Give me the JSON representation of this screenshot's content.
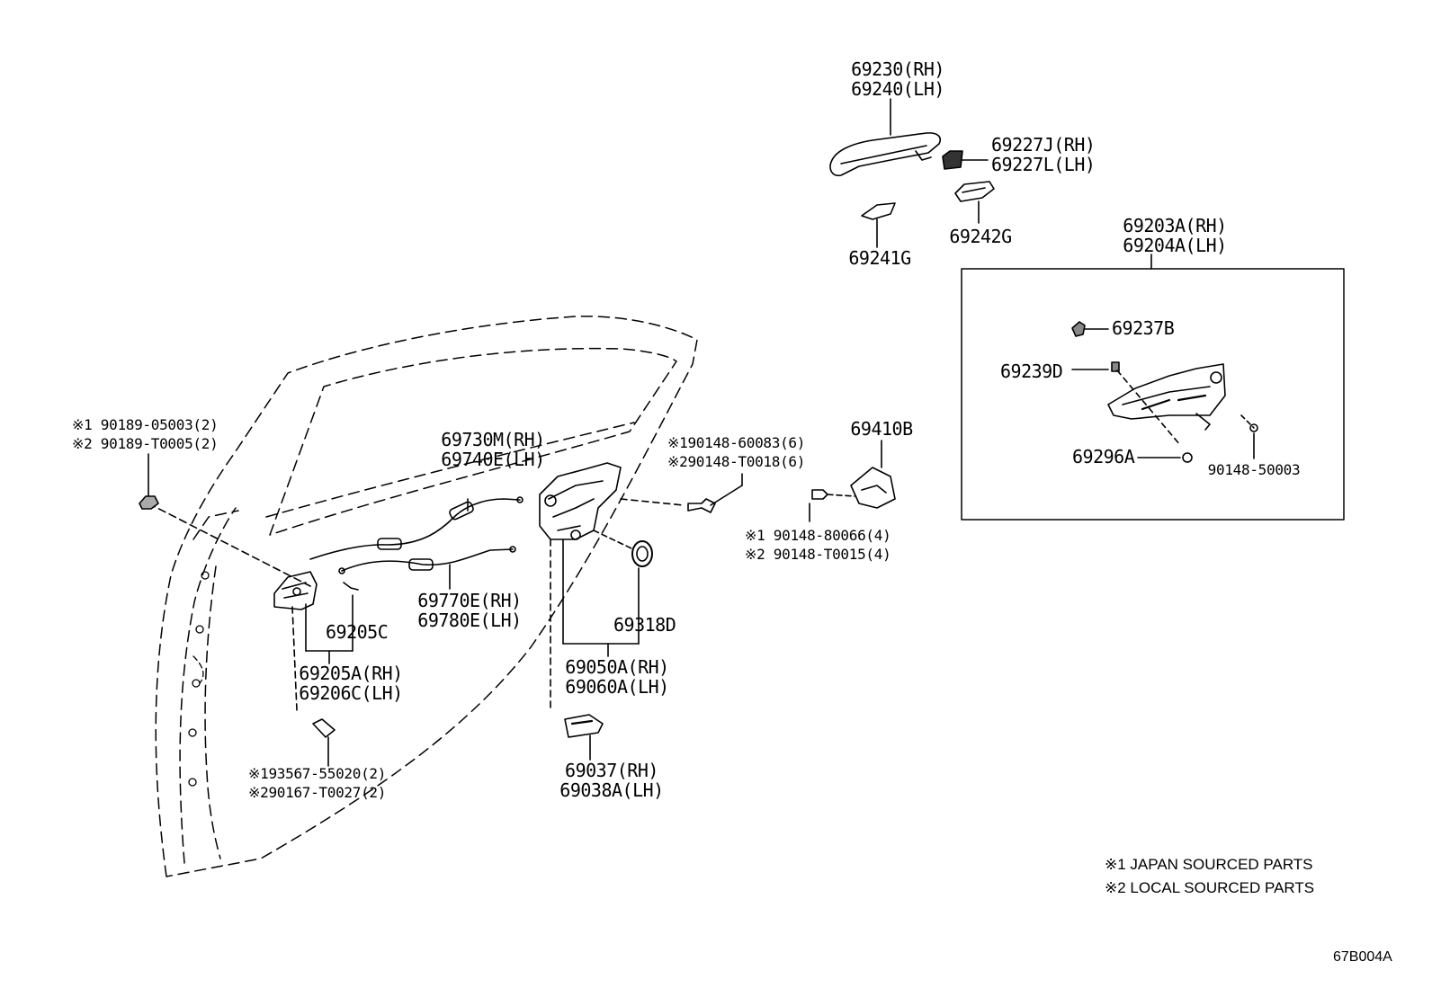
{
  "colors": {
    "ink": "#000000",
    "background": "#ffffff"
  },
  "labels": {
    "outer_handle": [
      "69230(RH)",
      "69240(LH)"
    ],
    "handle_cap": [
      "69227J(RH)",
      "69227L(LH)"
    ],
    "pad_front": "69241G",
    "pad_rear": "69242G",
    "frame_assy": [
      "69203A(RH)",
      "69204A(LH)"
    ],
    "frame_bolt": "69237B",
    "frame_nut": "69239D",
    "frame_screw": "69296A",
    "frame_bolt2": "90148-50003",
    "striker": "69410B",
    "striker_screw": [
      "※1 90148-80066(4)",
      "※2 90148-T0015(4)"
    ],
    "lock_bolt": [
      "※190148-60083(6)",
      "※290148-T0018(6)"
    ],
    "cable_upper": [
      "69730M(RH)",
      "69740E(LH)"
    ],
    "cable_lower": [
      "69770E(RH)",
      "69780E(LH)"
    ],
    "grommet": "69318D",
    "lock_assy": [
      "69050A(RH)",
      "69060A(LH)"
    ],
    "lock_cover": [
      "69037(RH)",
      "69038A(LH)"
    ],
    "inner_handle_part": "69205C",
    "inner_handle": [
      "69205A(RH)",
      "69206C(LH)"
    ],
    "clip": [
      "※1 90189-05003(2)",
      "※2 90189-T0005(2)"
    ],
    "inner_screw": [
      "※193567-55020(2)",
      "※290167-T0027(2)"
    ]
  },
  "notes": [
    "※1  JAPAN SOURCED PARTS",
    "※2  LOCAL SOURCED PARTS"
  ],
  "diagram_code": "67B004A"
}
